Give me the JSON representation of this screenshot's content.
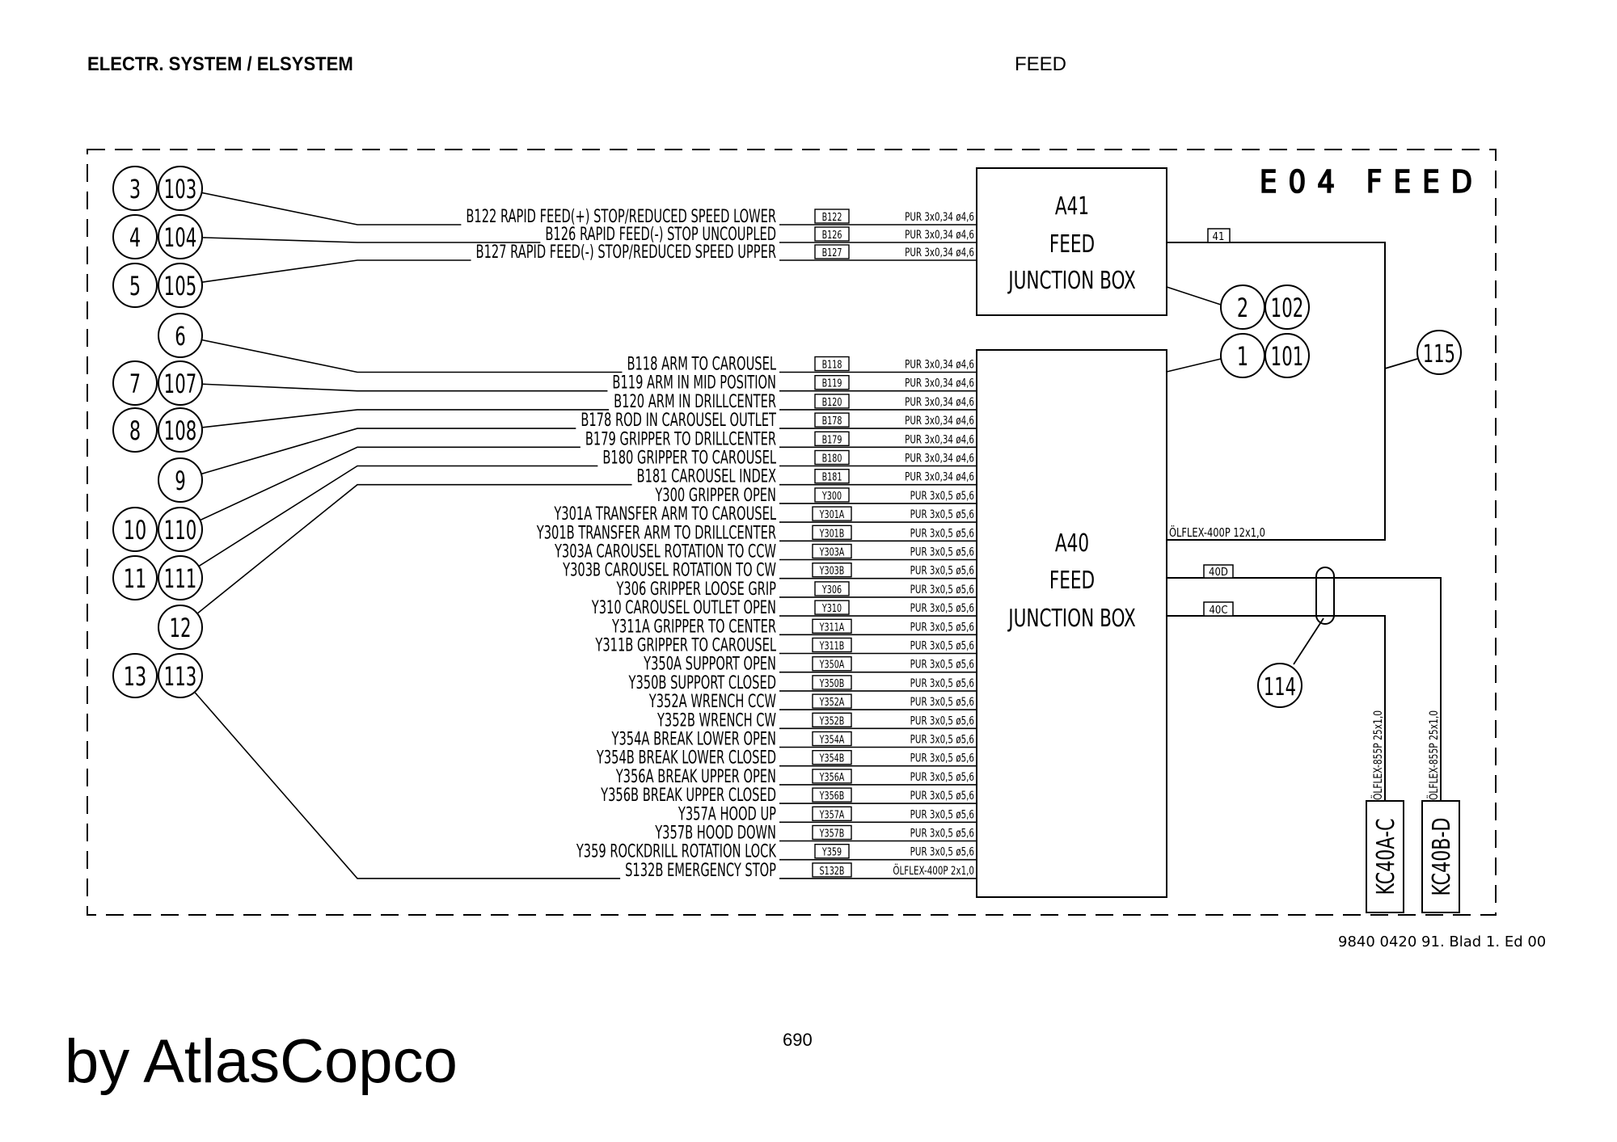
{
  "header": {
    "section": "ELECTR. SYSTEM / ELSYSTEM",
    "topic": "FEED"
  },
  "diagram": {
    "title": "E04 FEED",
    "junction_boxes": [
      {
        "id": "A41",
        "line1": "A41",
        "line2": "FEED",
        "line3": "JUNCTION BOX"
      },
      {
        "id": "A40",
        "line1": "A40",
        "line2": "FEED",
        "line3": "JUNCTION BOX"
      }
    ],
    "a41_signals": [
      {
        "tag": "B122",
        "description": "B122 RAPID FEED(+) STOP/REDUCED SPEED LOWER",
        "cable": "PUR 3x0,34 ø4,6"
      },
      {
        "tag": "B126",
        "description": "B126 RAPID FEED(-) STOP UNCOUPLED",
        "cable": "PUR 3x0,34 ø4,6"
      },
      {
        "tag": "B127",
        "description": "B127 RAPID FEED(-) STOP/REDUCED SPEED UPPER",
        "cable": "PUR 3x0,34 ø4,6"
      }
    ],
    "a40_signals": [
      {
        "tag": "B118",
        "description": "B118 ARM TO CAROUSEL",
        "cable": "PUR 3x0,34 ø4,6"
      },
      {
        "tag": "B119",
        "description": "B119 ARM IN MID POSITION",
        "cable": "PUR 3x0,34 ø4,6"
      },
      {
        "tag": "B120",
        "description": "B120 ARM IN DRILLCENTER",
        "cable": "PUR 3x0,34 ø4,6"
      },
      {
        "tag": "B178",
        "description": "B178 ROD IN CAROUSEL OUTLET",
        "cable": "PUR 3x0,34 ø4,6"
      },
      {
        "tag": "B179",
        "description": "B179 GRIPPER TO DRILLCENTER",
        "cable": "PUR 3x0,34 ø4,6"
      },
      {
        "tag": "B180",
        "description": "B180 GRIPPER TO CAROUSEL",
        "cable": "PUR 3x0,34 ø4,6"
      },
      {
        "tag": "B181",
        "description": "B181 CAROUSEL INDEX",
        "cable": "PUR 3x0,34 ø4,6"
      },
      {
        "tag": "Y300",
        "description": "Y300 GRIPPER OPEN",
        "cable": "PUR 3x0,5 ø5,6"
      },
      {
        "tag": "Y301A",
        "description": "Y301A TRANSFER ARM TO CAROUSEL",
        "cable": "PUR 3x0,5 ø5,6"
      },
      {
        "tag": "Y301B",
        "description": "Y301B TRANSFER ARM TO DRILLCENTER",
        "cable": "PUR 3x0,5 ø5,6"
      },
      {
        "tag": "Y303A",
        "description": "Y303A CAROUSEL ROTATION TO CCW",
        "cable": "PUR 3x0,5 ø5,6"
      },
      {
        "tag": "Y303B",
        "description": "Y303B CAROUSEL ROTATION TO CW",
        "cable": "PUR 3x0,5 ø5,6"
      },
      {
        "tag": "Y306",
        "description": "Y306 GRIPPER LOOSE GRIP",
        "cable": "PUR 3x0,5 ø5,6"
      },
      {
        "tag": "Y310",
        "description": "Y310 CAROUSEL OUTLET OPEN",
        "cable": "PUR 3x0,5 ø5,6"
      },
      {
        "tag": "Y311A",
        "description": "Y311A GRIPPER TO CENTER",
        "cable": "PUR 3x0,5 ø5,6"
      },
      {
        "tag": "Y311B",
        "description": "Y311B GRIPPER TO CAROUSEL",
        "cable": "PUR 3x0,5 ø5,6"
      },
      {
        "tag": "Y350A",
        "description": "Y350A SUPPORT OPEN",
        "cable": "PUR 3x0,5 ø5,6"
      },
      {
        "tag": "Y350B",
        "description": "Y350B SUPPORT CLOSED",
        "cable": "PUR 3x0,5 ø5,6"
      },
      {
        "tag": "Y352A",
        "description": "Y352A WRENCH CCW",
        "cable": "PUR 3x0,5 ø5,6"
      },
      {
        "tag": "Y352B",
        "description": "Y352B WRENCH CW",
        "cable": "PUR 3x0,5 ø5,6"
      },
      {
        "tag": "Y354A",
        "description": "Y354A BREAK LOWER OPEN",
        "cable": "PUR 3x0,5 ø5,6"
      },
      {
        "tag": "Y354B",
        "description": "Y354B BREAK LOWER CLOSED",
        "cable": "PUR 3x0,5 ø5,6"
      },
      {
        "tag": "Y356A",
        "description": "Y356A BREAK UPPER OPEN",
        "cable": "PUR 3x0,5 ø5,6"
      },
      {
        "tag": "Y356B",
        "description": "Y356B BREAK UPPER CLOSED",
        "cable": "PUR 3x0,5 ø5,6"
      },
      {
        "tag": "Y357A",
        "description": "Y357A HOOD UP",
        "cable": "PUR 3x0,5 ø5,6"
      },
      {
        "tag": "Y357B",
        "description": "Y357B HOOD DOWN",
        "cable": "PUR 3x0,5 ø5,6"
      },
      {
        "tag": "Y359",
        "description": "Y359 ROCKDRILL ROTATION LOCK",
        "cable": "PUR 3x0,5 ø5,6"
      },
      {
        "tag": "S132B",
        "description": "S132B EMERGENCY STOP",
        "cable": "ÖLFLEX-400P 2x1,0"
      }
    ],
    "left_callouts": [
      {
        "inner": "3",
        "outer": "103",
        "connects_to": "B122"
      },
      {
        "inner": "4",
        "outer": "104",
        "connects_to": "B126"
      },
      {
        "inner": "5",
        "outer": "105",
        "connects_to": "B127"
      },
      {
        "inner": "",
        "outer": "6",
        "connects_to": "B118"
      },
      {
        "inner": "7",
        "outer": "107",
        "connects_to": "B119"
      },
      {
        "inner": "8",
        "outer": "108",
        "connects_to": "B120"
      },
      {
        "inner": "",
        "outer": "9",
        "connects_to": "B178"
      },
      {
        "inner": "10",
        "outer": "110",
        "connects_to": "B179"
      },
      {
        "inner": "11",
        "outer": "111",
        "connects_to": "B180"
      },
      {
        "inner": "",
        "outer": "12",
        "connects_to": "B181"
      },
      {
        "inner": "13",
        "outer": "113",
        "connects_to": "S132B"
      }
    ],
    "right_callouts": [
      {
        "inner": "2",
        "outer": "102",
        "connects_to": "A41"
      },
      {
        "inner": "1",
        "outer": "101",
        "connects_to": "A40"
      }
    ],
    "cable_callouts": {
      "c115": "115",
      "c114": "114"
    },
    "connections": {
      "a41_out_tag": "41",
      "a40_main_cable": "ÖLFLEX-400P 12x1,0",
      "a40_d_tag": "40D",
      "a40_c_tag": "40C",
      "kc_a_cable": "ÖLFLEX-855P 25x1,0",
      "kc_b_cable": "ÖLFLEX-855P 25x1,0",
      "kc_a_label": "KC40A-C",
      "kc_b_label": "KC40B-D"
    }
  },
  "footer": {
    "doc_ref": "9840 0420 91. Blad 1. Ed 00",
    "page_number": "690",
    "brand": "by AtlasCopco"
  }
}
